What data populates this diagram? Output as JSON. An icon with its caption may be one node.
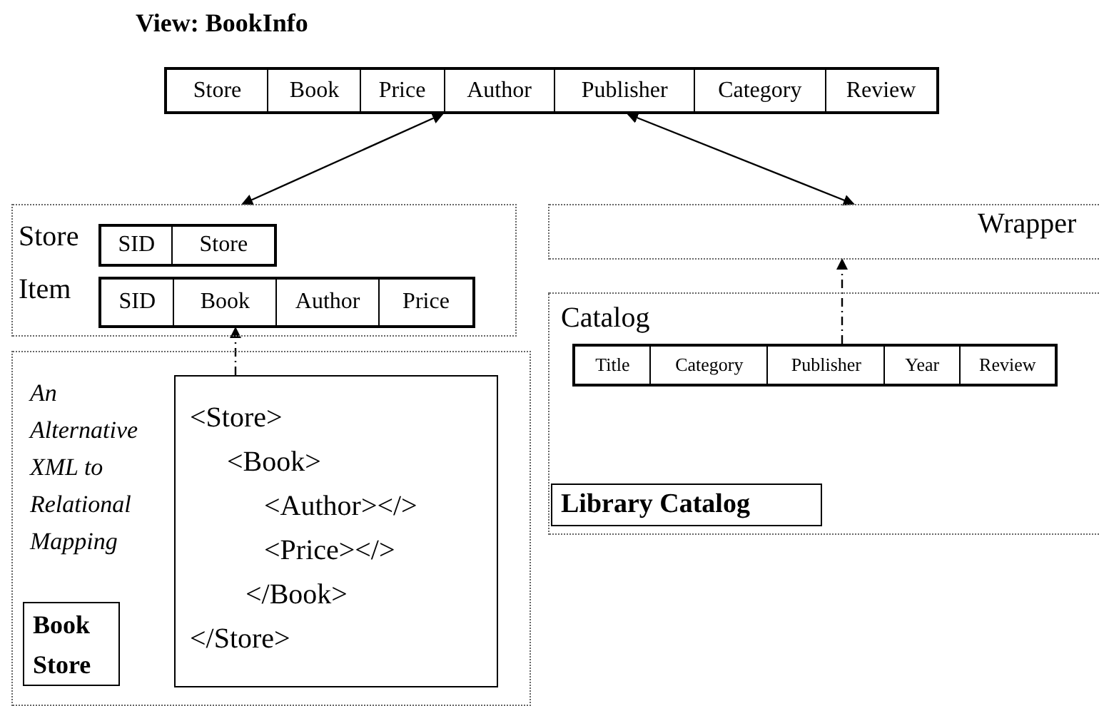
{
  "diagram": {
    "title": "View:  BookInfo",
    "nodes": [
      {
        "text": [
          "Store",
          "Book",
          "Price",
          "Author",
          "Publisher",
          "Category",
          "Review"
        ]
      },
      {
        "text": [],
        "shape": "box"
      },
      {
        "text": [
          "Store",
          "SID",
          "Store"
        ],
        "in": 1
      },
      {
        "text": [
          "Item",
          "SID",
          "Book",
          "Author",
          "Price"
        ],
        "in": 1
      },
      {
        "text": [
          "An Alternative XML to Relational Mapping"
        ]
      },
      {
        "text": [
          "Book Store"
        ],
        "in": 4
      },
      {
        "text": [
          "<Store>",
          "<Book>",
          "<Author></>",
          "<Price></>",
          "</Book>",
          "</Store>"
        ],
        "in": 4
      },
      {
        "text": [
          "Wrapper"
        ]
      },
      {
        "text": [
          "Catalog"
        ]
      },
      {
        "text": [
          "Title",
          "Category",
          "Publisher",
          "Year",
          "Review"
        ],
        "in": 8
      },
      {
        "text": [
          "Library Catalog"
        ],
        "in": 8
      }
    ],
    "edges": [
      {
        "from": 0,
        "to": 1,
        "arrow": "both"
      },
      {
        "from": 0,
        "to": 7,
        "arrow": "both"
      },
      {
        "from": 6,
        "to": 3,
        "arrow": "to",
        "style": "dashed"
      },
      {
        "from": 9,
        "to": 7,
        "arrow": "to",
        "style": "dashed"
      }
    ]
  }
}
